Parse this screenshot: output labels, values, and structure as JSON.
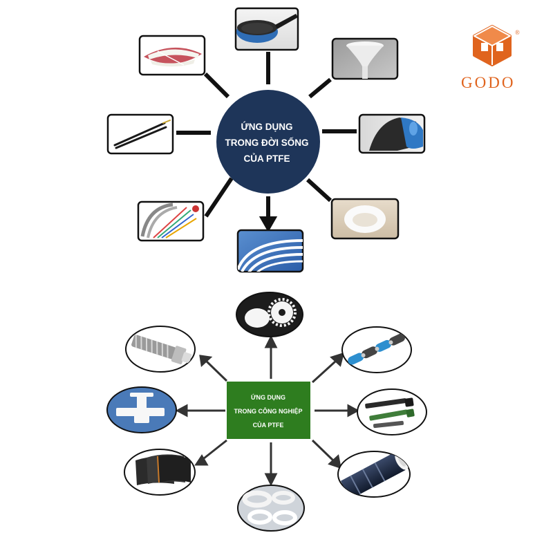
{
  "logo": {
    "text": "GODO",
    "registered": "®",
    "color": "#e0641e"
  },
  "daily_life": {
    "hub_lines": [
      "ỨNG DỤNG",
      "TRONG ĐỜI SỐNG",
      "CỦA PTFE"
    ],
    "hub_color": "#1e3559",
    "items": [
      {
        "icon": "frying-pan-icon"
      },
      {
        "icon": "funnel-icon"
      },
      {
        "icon": "iron-soleplate-icon"
      },
      {
        "icon": "toilet-seat-icon"
      },
      {
        "icon": "ptfe-tubing-icon"
      },
      {
        "icon": "coated-cables-icon"
      },
      {
        "icon": "tweezers-icon"
      },
      {
        "icon": "dental-floss-icon"
      }
    ]
  },
  "industry": {
    "hub_lines": [
      "ỨNG DỤNG",
      "TRONG CÔNG NGHIỆP",
      "CỦA PTFE"
    ],
    "hub_color": "#2e7d1f",
    "items": [
      {
        "icon": "gear-icon"
      },
      {
        "icon": "roller-chain-icon"
      },
      {
        "icon": "bolts-icon"
      },
      {
        "icon": "lined-pipe-icon"
      },
      {
        "icon": "gaskets-icon"
      },
      {
        "icon": "conveyor-belt-icon"
      },
      {
        "icon": "valve-icon"
      },
      {
        "icon": "braided-hose-icon"
      }
    ]
  }
}
